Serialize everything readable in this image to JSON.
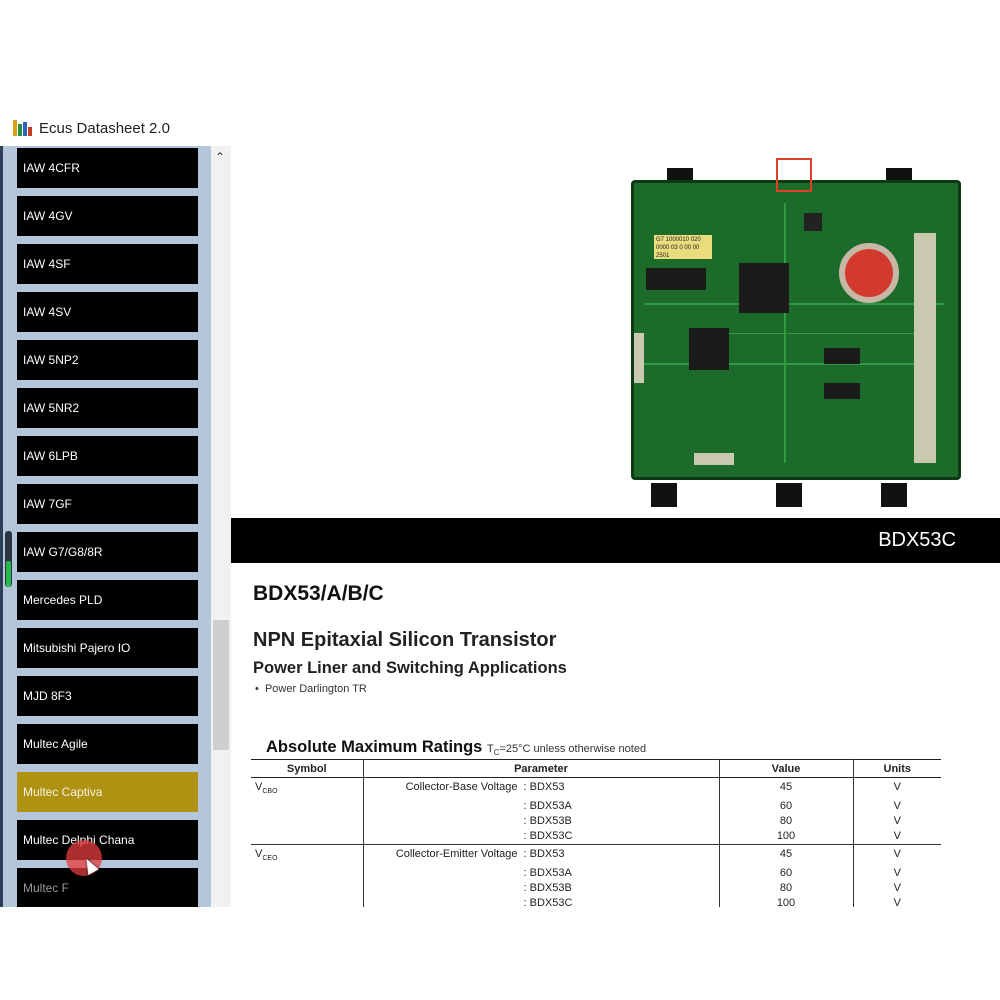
{
  "window": {
    "title": "Ecus Datasheet 2.0"
  },
  "sidebar": {
    "items": [
      "IAW 4CFR",
      "IAW 4GV",
      "IAW 4SF",
      "IAW 4SV",
      "IAW 5NP2",
      "IAW 5NR2",
      "IAW 6LPB",
      "IAW 7GF",
      "IAW G7/G8/8R",
      "Mercedes PLD",
      "Mitsubishi Pajero IO",
      "MJD 8F3",
      "Multec Agile",
      "Multec Captiva",
      "Multec Delphi Chana",
      "Multec F"
    ],
    "selected": "Multec Captiva"
  },
  "content": {
    "component_label": "BDX53C",
    "part_number": "BDX53/A/B/C",
    "subtitle": "NPN Epitaxial Silicon Transistor",
    "subtitle2": "Power Liner and Switching Applications",
    "bullet": "Power Darlington TR",
    "ratings_title": "Absolute Maximum Ratings",
    "ratings_note_prefix": "T",
    "ratings_note_sub": "C",
    "ratings_note_suffix": "=25°C unless otherwise noted",
    "sticker_text": "G7 1000010 020 0000 03 0 00 00 2501",
    "table": {
      "headers": {
        "symbol": "Symbol",
        "parameter": "Parameter",
        "value": "Value",
        "units": "Units"
      },
      "rows": [
        {
          "symbol": "V",
          "symbol_sub": "CBO",
          "param": "Collector-Base Voltage",
          "sub": ": BDX53",
          "value": "45",
          "unit": "V"
        },
        {
          "symbol": "",
          "symbol_sub": "",
          "param": "",
          "sub": ": BDX53A",
          "value": "60",
          "unit": "V"
        },
        {
          "symbol": "",
          "symbol_sub": "",
          "param": "",
          "sub": ": BDX53B",
          "value": "80",
          "unit": "V"
        },
        {
          "symbol": "",
          "symbol_sub": "",
          "param": "",
          "sub": ": BDX53C",
          "value": "100",
          "unit": "V"
        },
        {
          "symbol": "V",
          "symbol_sub": "CEO",
          "param": "Collector-Emitter Voltage",
          "sub": ": BDX53",
          "value": "45",
          "unit": "V"
        },
        {
          "symbol": "",
          "symbol_sub": "",
          "param": "",
          "sub": ": BDX53A",
          "value": "60",
          "unit": "V"
        },
        {
          "symbol": "",
          "symbol_sub": "",
          "param": "",
          "sub": ": BDX53B",
          "value": "80",
          "unit": "V"
        },
        {
          "symbol": "",
          "symbol_sub": "",
          "param": "",
          "sub": ": BDX53C",
          "value": "100",
          "unit": "V"
        }
      ]
    }
  },
  "colors": {
    "sidebar_bg": "#b5c6da",
    "item_bg": "#000000",
    "selected_bg": "#b09212",
    "pcb_green": "#1c6b2a",
    "highlight_box": "#e0402a"
  },
  "icons": {
    "app": "app-logo-icon",
    "scroll_up": "scroll-up-icon"
  }
}
